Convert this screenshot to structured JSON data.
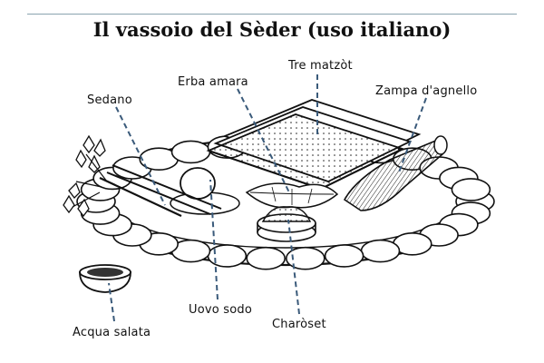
{
  "title": "Il vassoio del Sèder (uso italiano)",
  "labels": {
    "tre_matzot": "Tre matzòt",
    "zampa_dagnello": "Zampa d'agnello",
    "erba_amara": "Erba amara",
    "sedano": "Sedano",
    "uovo_sodo": "Uovo sodo",
    "charoset": "Charòset",
    "acqua_salata": "Acqua salata"
  },
  "colors": {
    "ink": "#111111",
    "leader": "#3a5a7a",
    "rule": "#8aa3b0"
  }
}
